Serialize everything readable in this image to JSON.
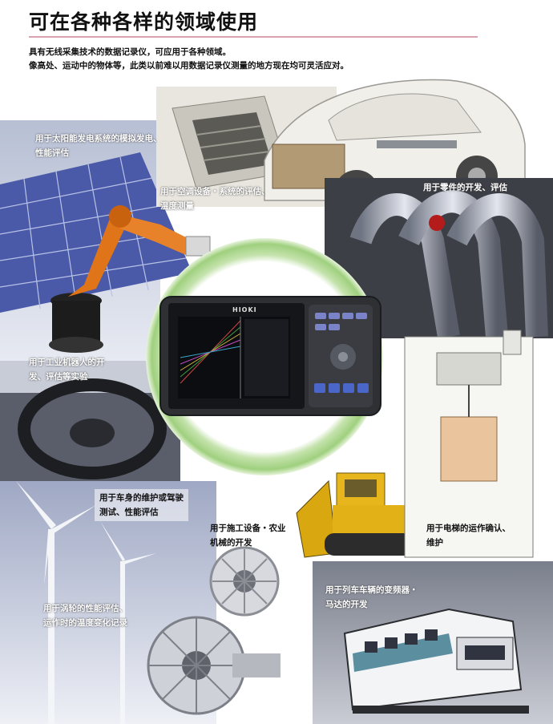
{
  "header": {
    "title": "可在各种各样的领域使用",
    "intro_line1": "具有无线采集技术的数据记录仪，可应用于各种领域。",
    "intro_line2": "像高处、运动中的物体等，此类以前难以用数据记录仪测量的地方现在均可灵活应对。"
  },
  "device": {
    "brand": "HIOKI"
  },
  "captions": {
    "solar_l1": "用于太阳能发电系统的模拟发电、",
    "solar_l2": "性能评估",
    "aircon_l1": "用于空调设备・系统的评估、",
    "aircon_l2": "温度测量",
    "parts": "用于零件的开发、评估",
    "robot_l1": "用于工业机器人的开",
    "robot_l2": "发、评估等实验",
    "car_l1": "用于车身的维护或驾驶",
    "car_l2": "测试、性能评估",
    "construction_l1": "用于施工设备・农业",
    "construction_l2": "机械的开发",
    "elevator_l1": "用于电梯的运作确认、",
    "elevator_l2": "维护",
    "turbine_l1": "用于涡轮的性能评估、",
    "turbine_l2": "运作时的温度变化记录",
    "train_l1": "用于列车车辆的变频器・",
    "train_l2": "马达的开发"
  }
}
